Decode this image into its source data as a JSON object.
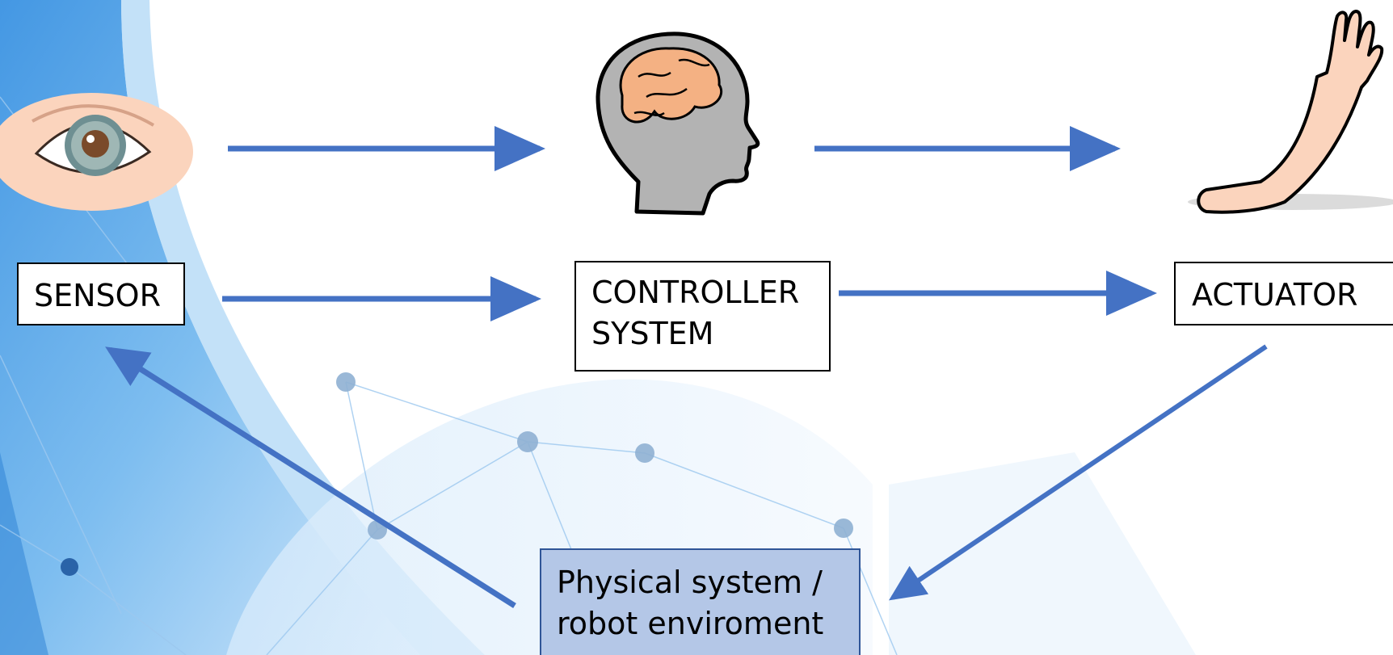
{
  "diagram": {
    "nodes": {
      "sensor": {
        "label": "SENSOR",
        "icon": "eye-icon"
      },
      "controller": {
        "label_line1": "CONTROLLER",
        "label_line2": "SYSTEM",
        "icon": "brain-head-icon"
      },
      "actuator": {
        "label": "ACTUATOR",
        "icon": "arm-icon"
      },
      "physical": {
        "label_line1": "Physical system /",
        "label_line2": "robot enviroment"
      }
    },
    "edges": [
      {
        "from": "eye-icon",
        "to": "brain-head-icon"
      },
      {
        "from": "brain-head-icon",
        "to": "arm-icon"
      },
      {
        "from": "sensor",
        "to": "controller"
      },
      {
        "from": "controller",
        "to": "actuator"
      },
      {
        "from": "actuator",
        "to": "physical"
      },
      {
        "from": "physical",
        "to": "sensor"
      }
    ]
  },
  "colors": {
    "arrow": "#4472c4",
    "physical_fill": "#b4c7e7",
    "physical_border": "#2f5597",
    "background_blue": "#5aa8e6"
  }
}
